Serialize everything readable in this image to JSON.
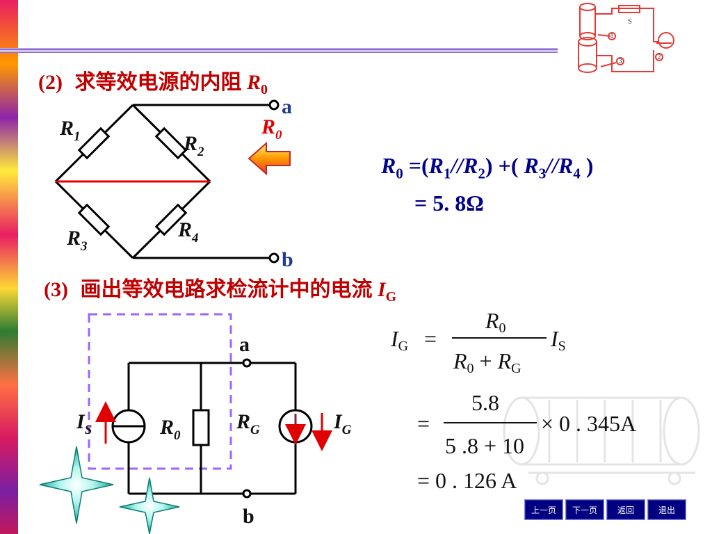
{
  "slide": {
    "heading_2": {
      "num": "(2)",
      "text": "求等效电源的内阻",
      "var": "R",
      "sub": "0"
    },
    "heading_3": {
      "num": "(3)",
      "text": "画出等效电路求检流计中的电流",
      "var": "I",
      "sub": "G"
    },
    "bridge": {
      "r1": {
        "var": "R",
        "sub": "1"
      },
      "r2": {
        "var": "R",
        "sub": "2"
      },
      "r3": {
        "var": "R",
        "sub": "3"
      },
      "r4": {
        "var": "R",
        "sub": "4"
      },
      "terminal_a": "a",
      "terminal_b": "b",
      "r0_label": {
        "var": "R",
        "sub": "0"
      }
    },
    "formula_r0": {
      "lhs_var": "R",
      "lhs_sub": "0",
      "eq": "=",
      "p1_open": "(",
      "r1_var": "R",
      "r1_sub": "1",
      "par": "//",
      "r2_var": "R",
      "r2_sub": "2",
      "p1_close": ")",
      "plus": "+",
      "p2_open": "( ",
      "r3_var": "R",
      "r3_sub": "3",
      "par2": "//",
      "r4_var": "R",
      "r4_sub": "4",
      "p2_close": " )",
      "result": "= 5. 8Ω"
    },
    "equiv_circuit": {
      "terminal_a": "a",
      "terminal_b": "b",
      "is": {
        "var": "I",
        "sub": "S"
      },
      "r0": {
        "var": "R",
        "sub": "0"
      },
      "rg": {
        "var": "R",
        "sub": "G"
      },
      "ig": {
        "var": "I",
        "sub": "G"
      }
    },
    "formula_ig": {
      "lhs_var": "I",
      "lhs_sub": "G",
      "eq": "=",
      "num_var": "R",
      "num_sub": "0",
      "den_var1": "R",
      "den_sub1": "0",
      "den_plus": "+",
      "den_var2": "R",
      "den_sub2": "G",
      "rhs_var": "I",
      "rhs_sub": "S",
      "line2_eq": "=",
      "line2_num": "5.8",
      "line2_den": "5 .8 + 10",
      "line2_times": "× 0 . 345A",
      "line3": "= 0 . 126 A"
    },
    "thumbnail": {
      "s": "S",
      "n1": "1",
      "n2": "2",
      "n3": "3"
    },
    "nav": {
      "prev": "上一页",
      "next": "下一页",
      "back": "返回",
      "exit": "退出"
    },
    "colors": {
      "accent_red": "#c00000",
      "math_blue": "#00008b",
      "wire": "#000000",
      "bridge_line": "#e00000",
      "dashed_box": "#9966ff",
      "nav_bg": "#000080"
    },
    "icons": [
      "left-arrow-icon",
      "star-icon"
    ]
  }
}
